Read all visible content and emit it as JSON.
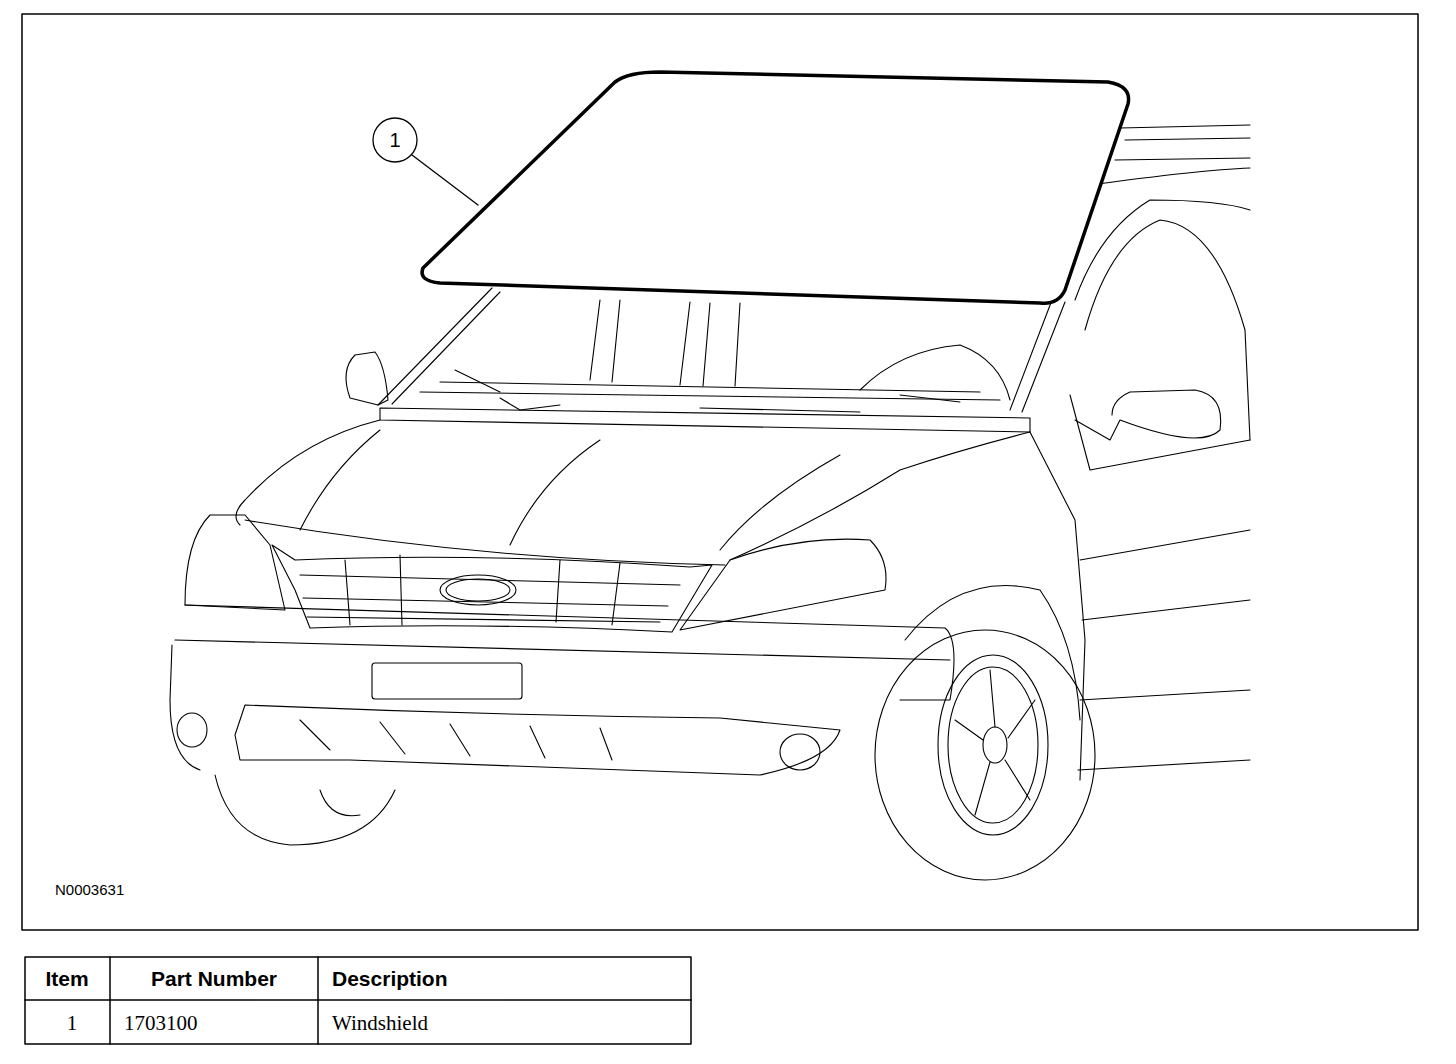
{
  "diagram": {
    "labels": [
      "1",
      "N0003631",
      "Item",
      "Part Number",
      "Description",
      "1",
      "1703100",
      "Windshield"
    ]
  }
}
